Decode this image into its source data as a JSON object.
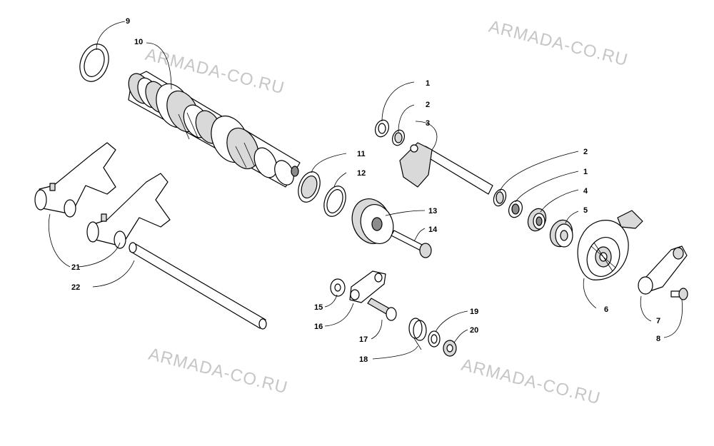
{
  "watermark": "ARMADA-CO.RU",
  "callouts": {
    "n1a": "1",
    "n2a": "2",
    "n3": "3",
    "n2b": "2",
    "n1b": "1",
    "n4": "4",
    "n5": "5",
    "n6": "6",
    "n7": "7",
    "n8": "8",
    "n9": "9",
    "n10": "10",
    "n11": "11",
    "n12": "12",
    "n13": "13",
    "n14": "14",
    "n15": "15",
    "n16": "16",
    "n17": "17",
    "n18": "18",
    "n19": "19",
    "n20": "20",
    "n21": "21",
    "n22": "22"
  },
  "colors": {
    "part_fill": "#ffffff",
    "shade": "#d9d9d9",
    "dark": "#8c8c8c",
    "watermark": "#c6c6c6"
  }
}
